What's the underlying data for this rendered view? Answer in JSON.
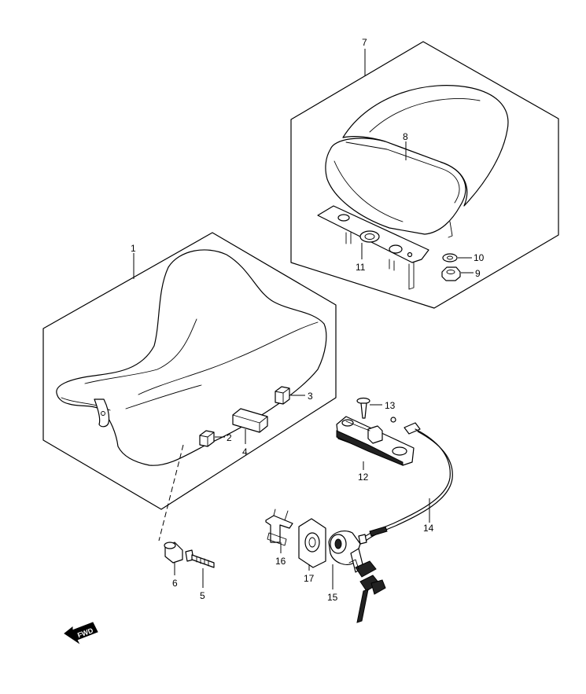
{
  "diagram": {
    "callouts": [
      {
        "id": "1",
        "text": "1"
      },
      {
        "id": "2",
        "text": "2"
      },
      {
        "id": "3",
        "text": "3"
      },
      {
        "id": "4",
        "text": "4"
      },
      {
        "id": "5",
        "text": "5"
      },
      {
        "id": "6",
        "text": "6"
      },
      {
        "id": "7",
        "text": "7"
      },
      {
        "id": "8",
        "text": "8"
      },
      {
        "id": "9",
        "text": "9"
      },
      {
        "id": "10",
        "text": "10"
      },
      {
        "id": "11",
        "text": "11"
      },
      {
        "id": "12",
        "text": "12"
      },
      {
        "id": "13",
        "text": "13"
      },
      {
        "id": "14",
        "text": "14"
      },
      {
        "id": "15",
        "text": "15"
      },
      {
        "id": "16",
        "text": "16"
      },
      {
        "id": "17",
        "text": "17"
      }
    ],
    "direction_marker": {
      "text": "FWD"
    }
  }
}
